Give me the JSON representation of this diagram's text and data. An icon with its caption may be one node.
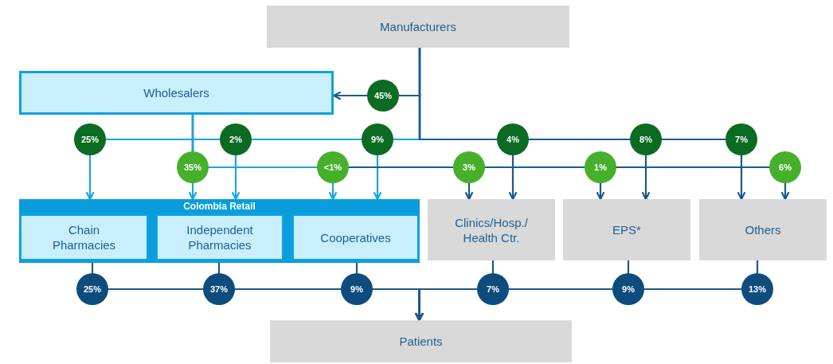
{
  "diagram": {
    "nodes": [
      {
        "text": [
          "Manufacturers"
        ]
      },
      {
        "text": [
          "Wholesalers"
        ]
      },
      {
        "text": [
          "Colombia Retail"
        ]
      },
      {
        "text": [
          "Chain Pharmacies"
        ],
        "in": 2
      },
      {
        "text": [
          "Independent Pharmacies"
        ],
        "in": 2
      },
      {
        "text": [
          "Cooperatives"
        ],
        "in": 2
      },
      {
        "text": [
          "Clinics/Hosp./ Health Ctr."
        ]
      },
      {
        "text": [
          "EPS*"
        ]
      },
      {
        "text": [
          "Others"
        ]
      },
      {
        "text": [
          "Patients"
        ]
      }
    ],
    "edges": [
      {
        "from": 0,
        "to": 1,
        "arrow": "to",
        "label": "45%"
      },
      {
        "from": 0,
        "to": 3,
        "arrow": "to",
        "label": "25%",
        "color": "#1aa6e0"
      },
      {
        "from": 0,
        "to": 4,
        "arrow": "to",
        "label": "2%",
        "color": "#1aa6e0"
      },
      {
        "from": 0,
        "to": 5,
        "arrow": "to",
        "label": "9%",
        "color": "#1aa6e0"
      },
      {
        "from": 0,
        "to": 6,
        "arrow": "to",
        "label": "4%"
      },
      {
        "from": 0,
        "to": 7,
        "arrow": "to",
        "label": "8%"
      },
      {
        "from": 0,
        "to": 8,
        "arrow": "to",
        "label": "7%"
      },
      {
        "from": 1,
        "to": 4,
        "arrow": "to",
        "label": "35%",
        "color": "#1aa6e0"
      },
      {
        "from": 1,
        "to": 5,
        "arrow": "to",
        "label": "<1%",
        "color": "#1aa6e0"
      },
      {
        "from": 1,
        "to": 6,
        "arrow": "to",
        "label": "3%"
      },
      {
        "from": 1,
        "to": 7,
        "arrow": "to",
        "label": "1%"
      },
      {
        "from": 1,
        "to": 8,
        "arrow": "to",
        "label": "6%"
      },
      {
        "from": 3,
        "to": 9,
        "arrow": "to",
        "label": "25%"
      },
      {
        "from": 4,
        "to": 9,
        "arrow": "to",
        "label": "37%"
      },
      {
        "from": 5,
        "to": 9,
        "arrow": "to",
        "label": "9%"
      },
      {
        "from": 6,
        "to": 9,
        "arrow": "to",
        "label": "7%"
      },
      {
        "from": 7,
        "to": 9,
        "arrow": "to",
        "label": "9%"
      },
      {
        "from": 8,
        "to": 9,
        "arrow": "to",
        "label": "13%"
      }
    ]
  }
}
